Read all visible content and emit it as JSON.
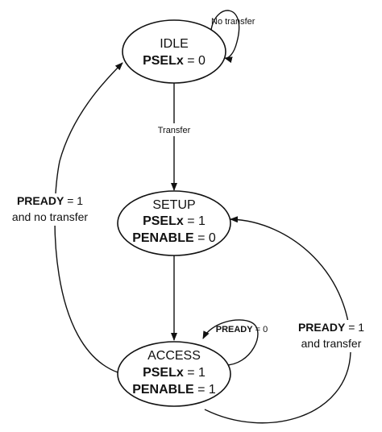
{
  "states": {
    "idle": {
      "name": "IDLE",
      "lines": [
        {
          "signal": "PSELx",
          "value": "= 0"
        }
      ]
    },
    "setup": {
      "name": "SETUP",
      "lines": [
        {
          "signal": "PSELx",
          "value": "= 1"
        },
        {
          "signal": "PENABLE",
          "value": "= 0"
        }
      ]
    },
    "access": {
      "name": "ACCESS",
      "lines": [
        {
          "signal": "PSELx",
          "value": "= 1"
        },
        {
          "signal": "PENABLE",
          "value": "= 1"
        }
      ]
    }
  },
  "transitions": {
    "idle_self": {
      "text": "No transfer"
    },
    "idle_to_setup": {
      "text": "Transfer"
    },
    "access_self": {
      "signal": "PREADY",
      "value": "= 0"
    },
    "access_to_idle": {
      "signal": "PREADY",
      "value": "= 1",
      "line2": "and no transfer"
    },
    "access_to_setup": {
      "signal": "PREADY",
      "value": "= 1",
      "line2": "and transfer"
    }
  }
}
